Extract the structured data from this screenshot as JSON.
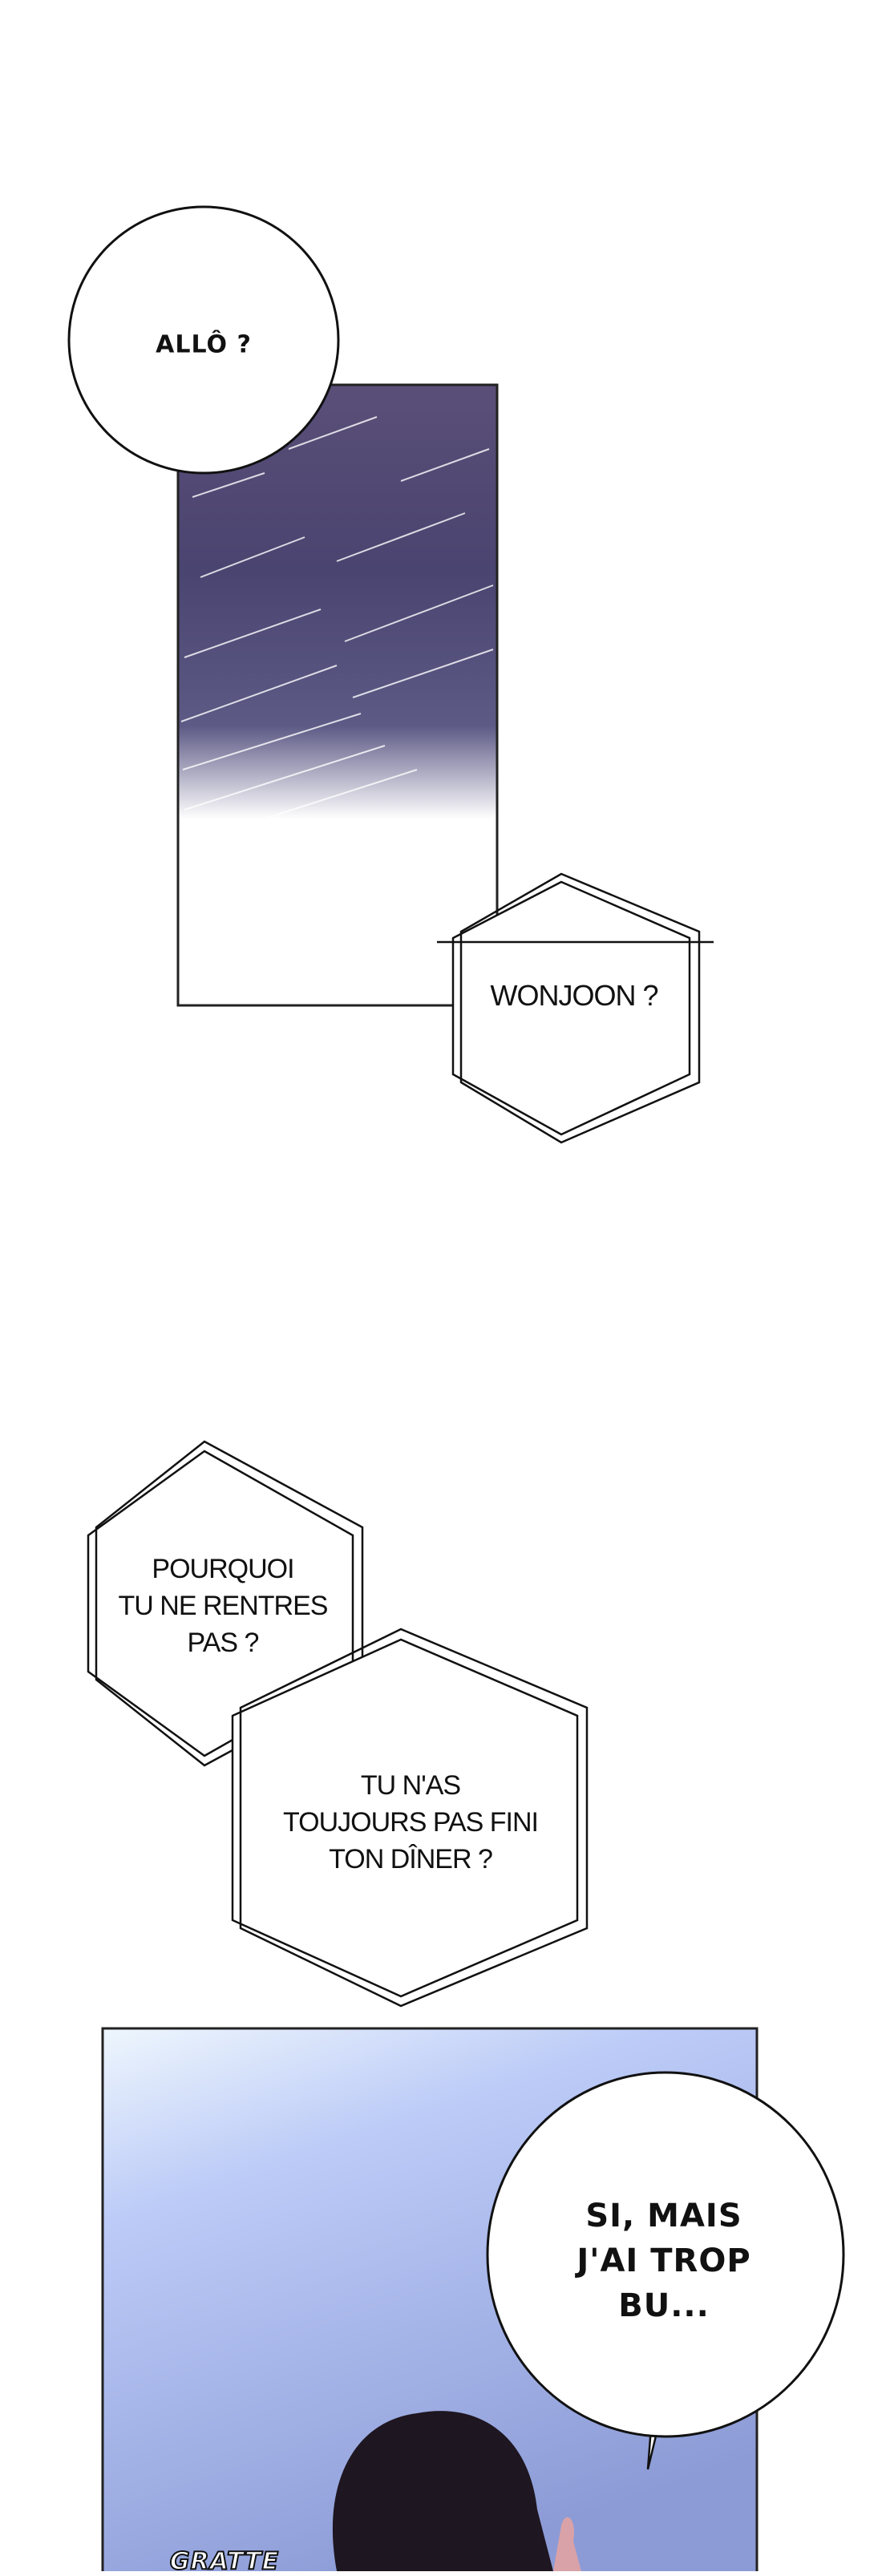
{
  "bubbles": {
    "hello": "ALLÔ ?",
    "wonjoon": "WONJOON ?",
    "why_not_home": "POURQUOI\nTU NE RENTRES\nPAS ?",
    "dinner": "TU N'AS\nTOUJOURS PAS FINI\nTON DÎNER ?",
    "drank": "SI, MAIS\nJ'AI TROP\nBU..."
  },
  "sfx": {
    "scratch": "GRATTE"
  },
  "colors": {
    "night_sky": "#4a4470",
    "sky_light": "#e8f2fb",
    "sky_blue": "#8e9ed8",
    "hair": "#1e1620"
  }
}
